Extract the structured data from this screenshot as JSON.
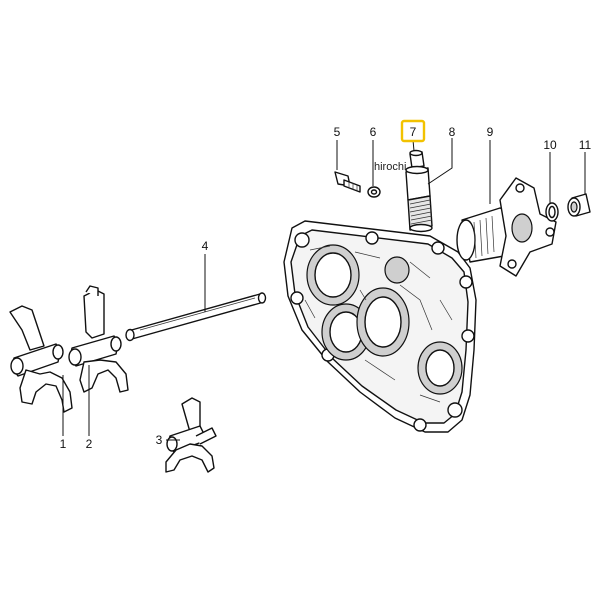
{
  "watermark": "hirochi",
  "highlight_color": "#f2c200",
  "callouts": [
    {
      "id": "1",
      "label": "1"
    },
    {
      "id": "2",
      "label": "2"
    },
    {
      "id": "3",
      "label": "3"
    },
    {
      "id": "4",
      "label": "4"
    },
    {
      "id": "5",
      "label": "5"
    },
    {
      "id": "6",
      "label": "6"
    },
    {
      "id": "7",
      "label": "7",
      "highlighted": true
    },
    {
      "id": "8",
      "label": "8"
    },
    {
      "id": "9",
      "label": "9"
    },
    {
      "id": "10",
      "label": "10"
    },
    {
      "id": "11",
      "label": "11"
    }
  ]
}
